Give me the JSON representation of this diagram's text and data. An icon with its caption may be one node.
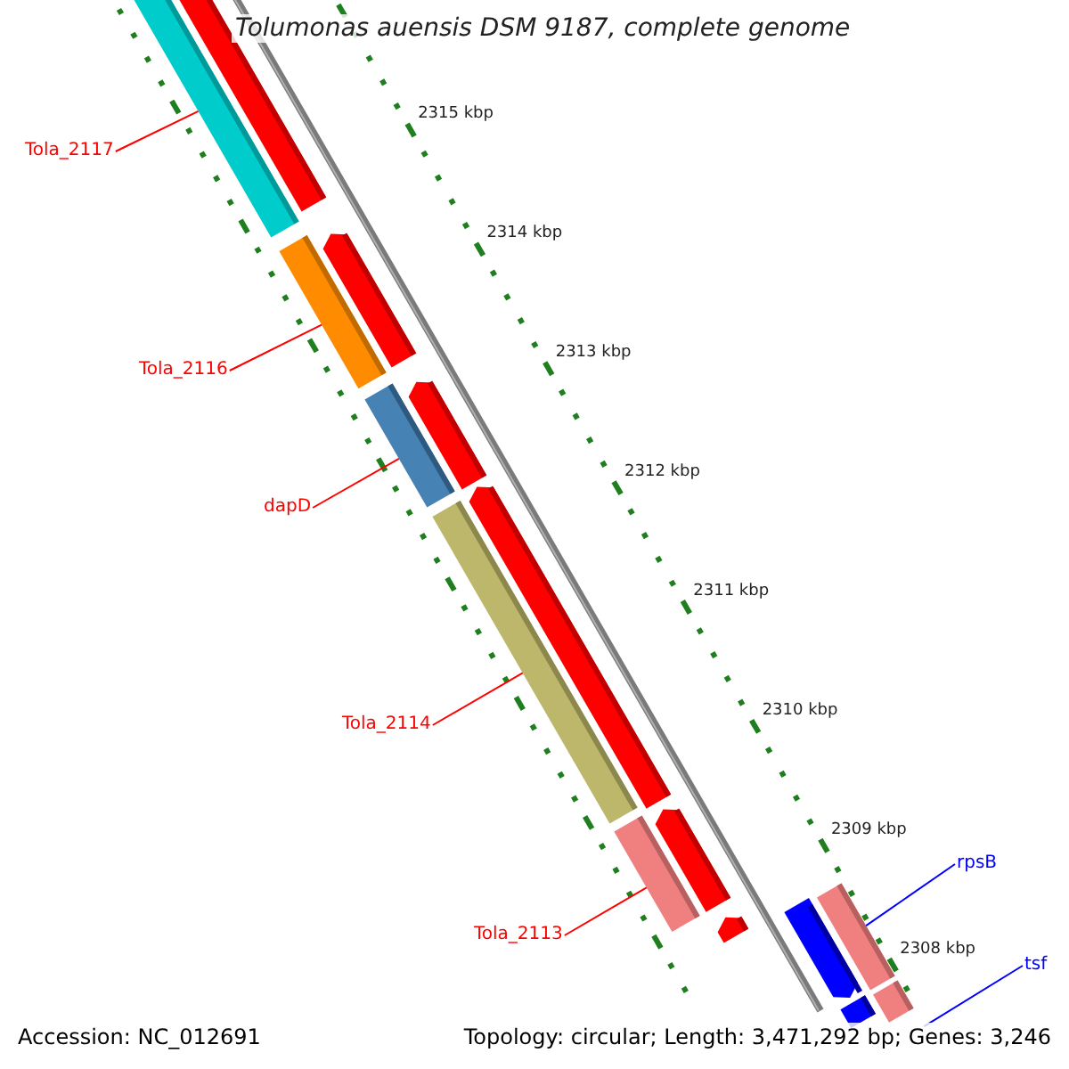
{
  "diagram": {
    "title": "Tolumonas auensis DSM 9187, complete genome",
    "nodes": [
      {
        "text": [
          "Tola_2117"
        ]
      },
      {
        "text": [
          "Tola_2116"
        ]
      },
      {
        "text": [
          "dapD"
        ]
      },
      {
        "text": [
          "Tola_2114"
        ]
      },
      {
        "text": [
          "Tola_2113"
        ]
      },
      {
        "text": [
          "rpsB"
        ]
      },
      {
        "text": [
          "tsf"
        ]
      },
      {
        "text": [],
        "shape": "bar"
      },
      {
        "text": [],
        "shape": "bar"
      },
      {
        "text": [],
        "shape": "bar"
      },
      {
        "text": [],
        "shape": "bar"
      },
      {
        "text": [],
        "shape": "bar"
      },
      {
        "text": [],
        "shape": "bar"
      },
      {
        "text": [],
        "shape": "bar"
      }
    ],
    "edges": [
      {
        "from": 0,
        "to": 7,
        "arrow": "none"
      },
      {
        "from": 1,
        "to": 8,
        "arrow": "none"
      },
      {
        "from": 2,
        "to": 9,
        "arrow": "none"
      },
      {
        "from": 3,
        "to": 10,
        "arrow": "none"
      },
      {
        "from": 4,
        "to": 11,
        "arrow": "none"
      },
      {
        "from": 5,
        "to": 12,
        "arrow": "none",
        "color": "#0000ff"
      },
      {
        "from": 6,
        "to": 13,
        "arrow": "none",
        "color": "#0000ff"
      }
    ],
    "labels": [
      "2315 kbp",
      "2314 kbp",
      "2313 kbp",
      "2312 kbp",
      "2311 kbp",
      "2310 kbp",
      "2309 kbp",
      "2308 kbp",
      "Accession: NC_012691",
      "Topology: circular; Length: 3,471,292 bp; Genes: 3,246"
    ]
  }
}
